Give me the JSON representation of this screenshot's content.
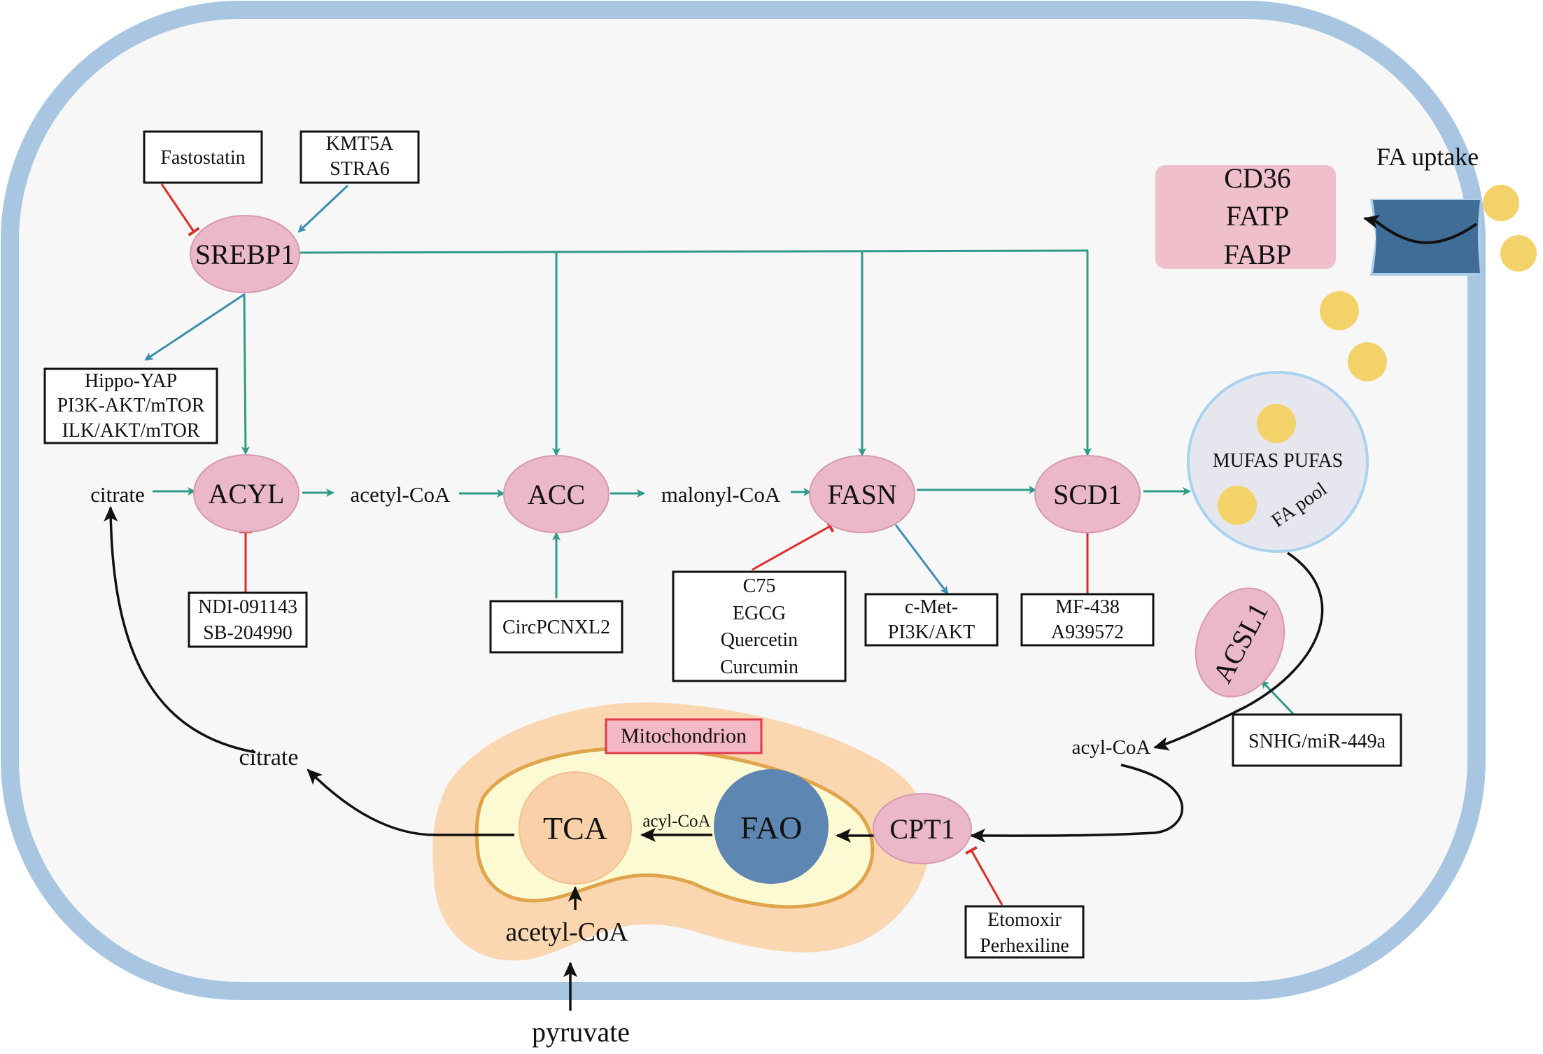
{
  "enzymes": {
    "srebp1": "SREBP1",
    "acyl": "ACYL",
    "acc": "ACC",
    "fasn": "FASN",
    "scd1": "SCD1",
    "acsl1": "ACSL1",
    "cpt1": "CPT1",
    "tca": "TCA",
    "fao": "FAO"
  },
  "boxes": {
    "fastostatin": [
      "Fastostatin"
    ],
    "kmt5a": [
      "KMT5A",
      "STRA6"
    ],
    "hippo": [
      "Hippo-YAP",
      "PI3K-AKT/mTOR",
      "ILK/AKT/mTOR"
    ],
    "ndi": [
      "NDI-091143",
      "SB-204990"
    ],
    "circ": [
      "CircPCNXL2"
    ],
    "c75": [
      "C75",
      "EGCG",
      "Quercetin",
      "Curcumin"
    ],
    "cmet": [
      "c-Met-",
      "PI3K/AKT"
    ],
    "mf": [
      "MF-438",
      "A939572"
    ],
    "snhg": [
      "SNHG/miR-449a"
    ],
    "etomoxir": [
      "Etomoxir",
      "Perhexiline"
    ],
    "mito": [
      "Mitochondrion"
    ]
  },
  "metabolites": {
    "citrate_top": "citrate",
    "acetyl_coa": "acetyl-CoA",
    "malonyl_coa": "malonyl-CoA",
    "citrate_lower": "citrate",
    "acyl_coa": "acyl-CoA",
    "acyl_coa_mito": "acyl-CoA",
    "acetyl_coa_mito": "acetyl-CoA",
    "pyruvate": "pyruvate"
  },
  "uptake": {
    "title": "FA uptake",
    "transporters": [
      "CD36",
      "FATP",
      "FABP"
    ]
  },
  "pool": {
    "line1": "MUFAS PUFAS",
    "line2": "FA pool"
  },
  "colors": {
    "membrane": "#a8c6e2",
    "enzyme": "#eab8c8",
    "activation": "#2e9a88",
    "inhibition": "#e02a2a",
    "mitochondrion_outer": "#fad7b0",
    "mitochondrion_inner": "#fcfad2",
    "fatty_acid": "#f4d26a"
  }
}
